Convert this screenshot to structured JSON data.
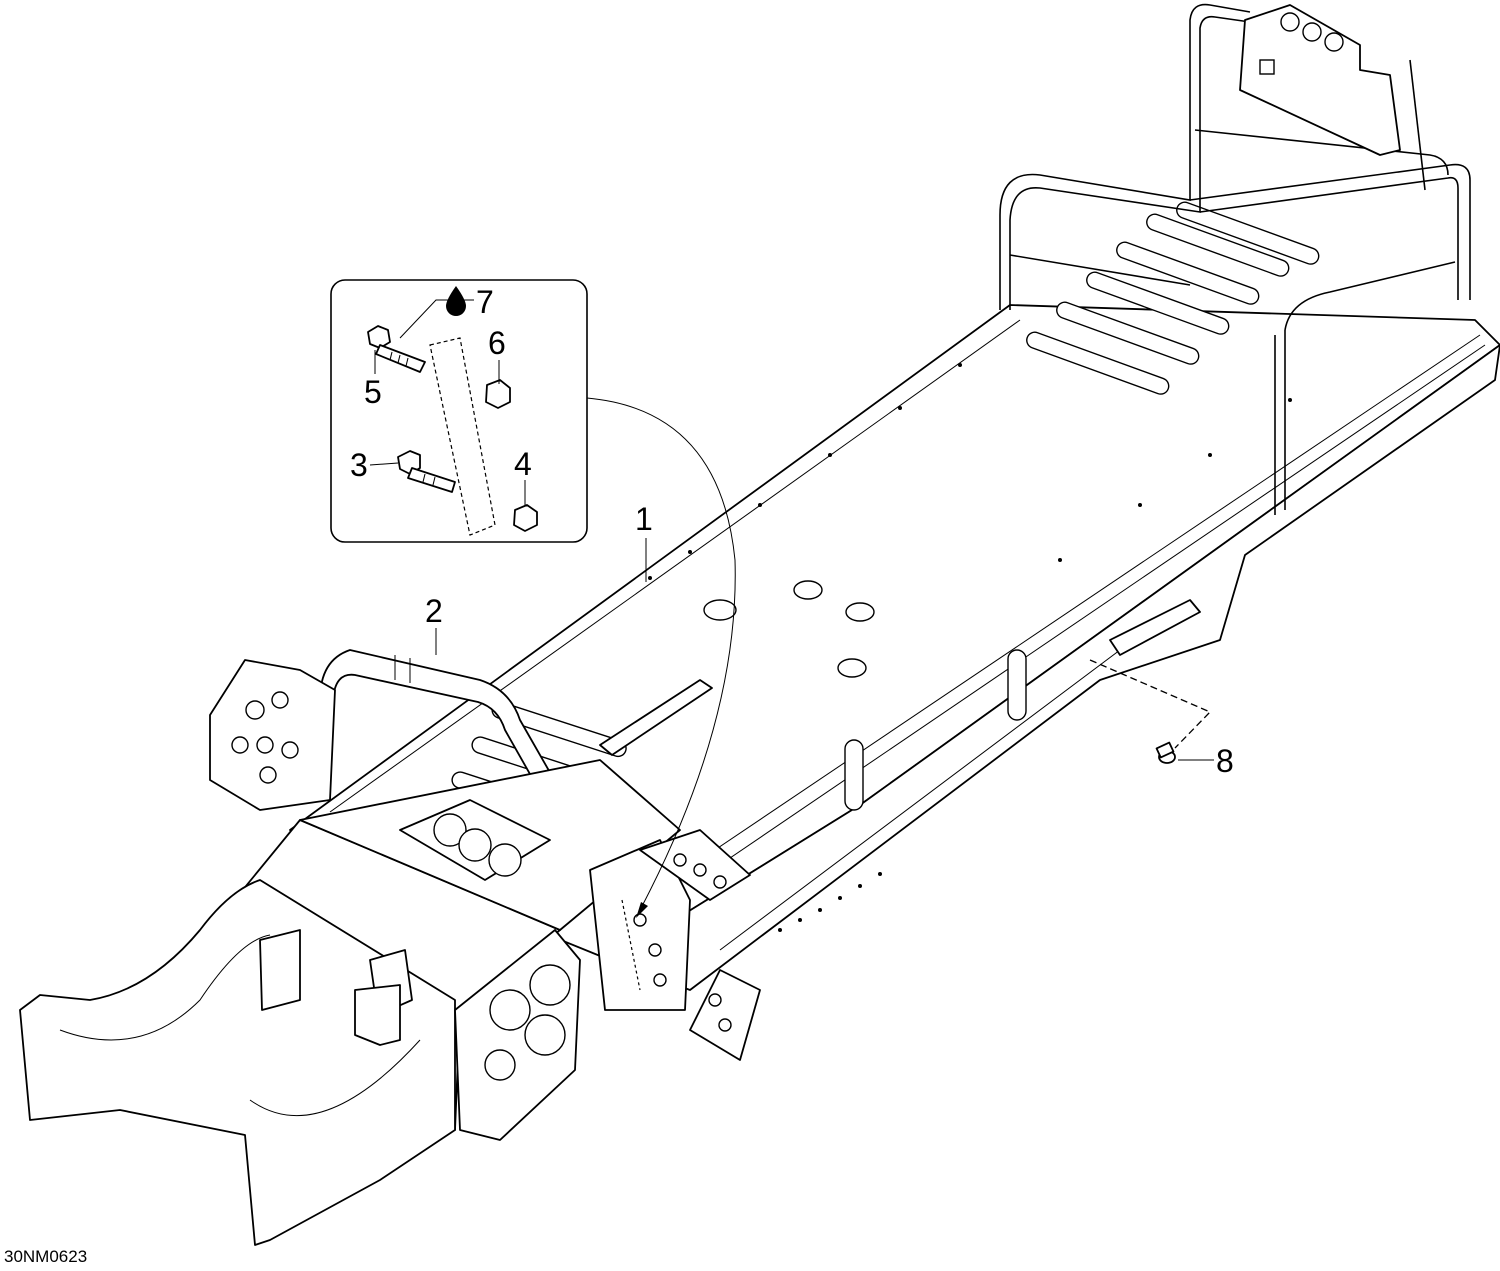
{
  "callouts": [
    {
      "id": "1",
      "label": "1"
    },
    {
      "id": "2",
      "label": "2"
    },
    {
      "id": "3",
      "label": "3"
    },
    {
      "id": "4",
      "label": "4"
    },
    {
      "id": "5",
      "label": "5"
    },
    {
      "id": "6",
      "label": "6"
    },
    {
      "id": "7",
      "label": "7"
    },
    {
      "id": "8",
      "label": "8"
    }
  ],
  "figure_code": "30NM0623",
  "icons": {
    "adhesive": "drop-icon"
  }
}
